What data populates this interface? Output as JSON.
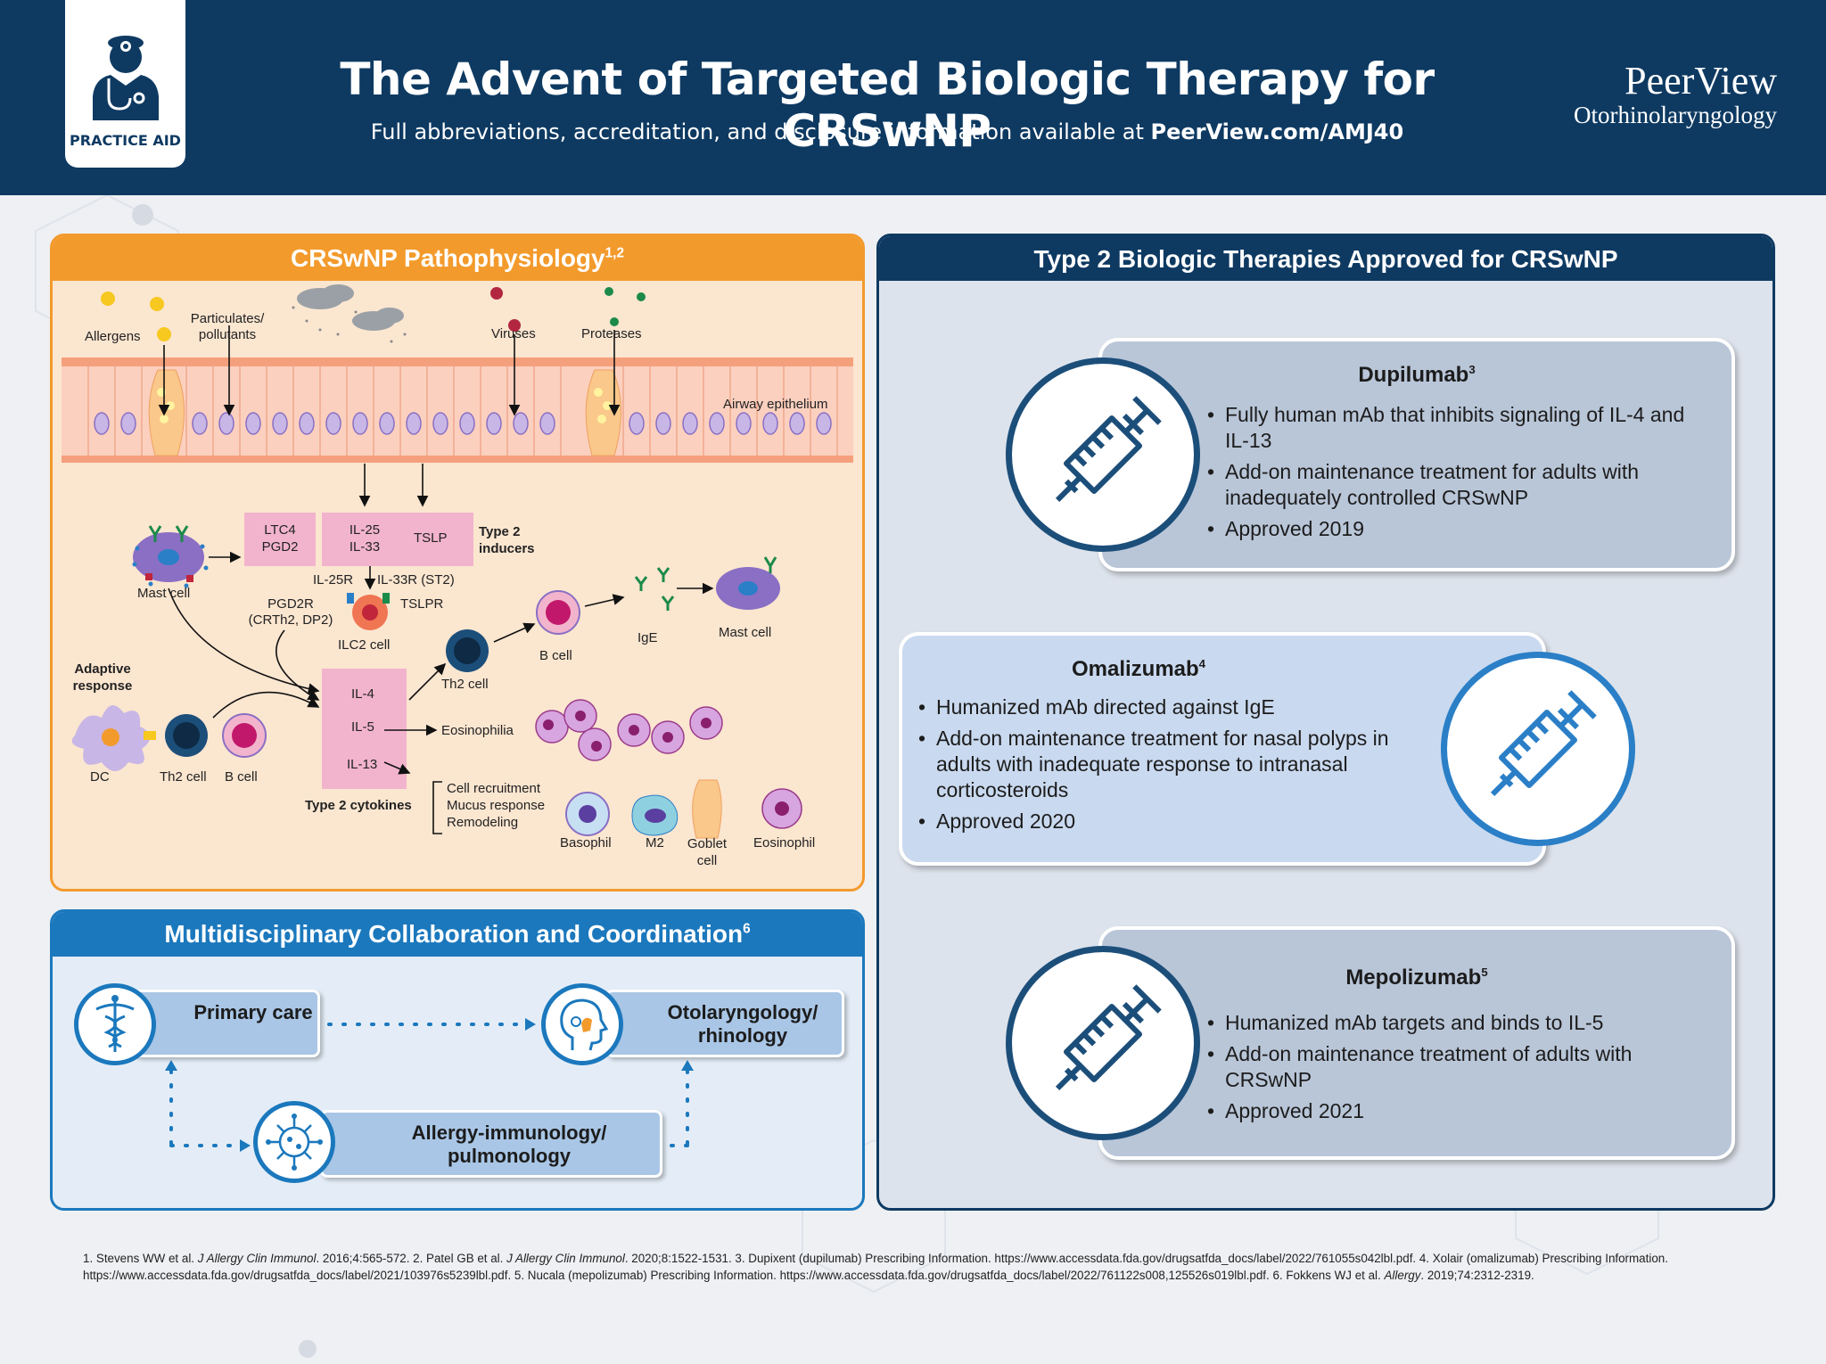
{
  "header": {
    "badge_label": "PRACTICE AID",
    "title": "The Advent of Targeted Biologic Therapy for CRSwNP",
    "subtitle_prefix": "Full abbreviations, accreditation, and disclosure information available at ",
    "subtitle_link": "PeerView.com/AMJ40",
    "brand_name": "PeerView",
    "brand_sub": "Otorhinolaryngology"
  },
  "patho": {
    "title": "CRSwNP Pathophysiology",
    "title_sup": "1,2",
    "labels": {
      "allergens": "Allergens",
      "particulates": "Particulates/ pollutants",
      "viruses": "Viruses",
      "proteases": "Proteases",
      "airway": "Airway epithelium",
      "mast_cell_left": "Mast cell",
      "ltc4": "LTC4",
      "pgd2": "PGD2",
      "il25": "IL-25",
      "il33": "IL-33",
      "tslp": "TSLP",
      "type2_inducers": "Type 2 inducers",
      "il25r": "IL-25R",
      "il33r": "IL-33R (ST2)",
      "pgd2r": "PGD2R",
      "crth2": "(CRTh2, DP2)",
      "tslpr": "TSLPR",
      "ilc2": "ILC2 cell",
      "th2_cell_center": "Th2 cell",
      "b_cell_center": "B cell",
      "ige": "IgE",
      "mast_cell_right": "Mast cell",
      "adaptive": "Adaptive response",
      "dc": "DC",
      "th2_cell_left": "Th2 cell",
      "b_cell_left": "B cell",
      "il4": "IL-4",
      "il5": "IL-5",
      "il13": "IL-13",
      "eosinophilia": "Eosinophilia",
      "type2_cytokines": "Type 2 cytokines",
      "cell_recruitment": "Cell recruitment",
      "mucus": "Mucus response",
      "remodeling": "Remodeling",
      "basophil": "Basophil",
      "m2": "M2",
      "goblet": "Goblet cell",
      "eosinophil": "Eosinophil"
    }
  },
  "multi": {
    "title": "Multidisciplinary Collaboration and Coordination",
    "title_sup": "6",
    "primary_care": "Primary care",
    "oto": "Otolaryngology/ rhinology",
    "allergy": "Allergy-immunology/ pulmonology"
  },
  "biologics": {
    "title": "Type 2 Biologic Therapies Approved for CRSwNP",
    "drugs": [
      {
        "name": "Dupilumab",
        "sup": "3",
        "bullets": [
          "Fully human mAb that inhibits signaling of IL-4 and IL-13",
          "Add-on maintenance treatment for adults with inadequately controlled CRSwNP",
          "Approved 2019"
        ]
      },
      {
        "name": "Omalizumab",
        "sup": "4",
        "bullets": [
          "Humanized mAb directed against IgE",
          "Add-on maintenance treatment for nasal polyps in adults with inadequate response to intranasal corticosteroids",
          "Approved 2020"
        ]
      },
      {
        "name": "Mepolizumab",
        "sup": "5",
        "bullets": [
          "Humanized mAb targets and binds to IL-5",
          "Add-on maintenance treatment of adults with CRSwNP",
          "Approved 2021"
        ]
      }
    ]
  },
  "references": [
    "1. Stevens WW et al. ",
    "J Allergy Clin Immunol",
    ". 2016;4:565-572. 2. Patel GB et al. ",
    "J Allergy Clin Immunol",
    ". 2020;8:1522-1531. 3. Dupixent (dupilumab) Prescribing Information. https://www.accessdata.fda.gov/drugsatfda_docs/label/2022/761055s042lbl.pdf. 4. Xolair (omalizumab) Prescribing Information. https://www.accessdata.fda.gov/drugsatfda_docs/label/2021/103976s5239lbl.pdf. 5. Nucala (mepolizumab) Prescribing Information. https://www.accessdata.fda.gov/drugsatfda_docs/label/2022/761122s008,125526s019lbl.pdf. 6. Fokkens WJ et al. ",
    "Allergy",
    ". 2019;74:2312-2319."
  ],
  "colors": {
    "navy": "#0e3a62",
    "orange": "#f39a2c",
    "blue": "#1b78bd",
    "pink": "#f2b4cc"
  }
}
